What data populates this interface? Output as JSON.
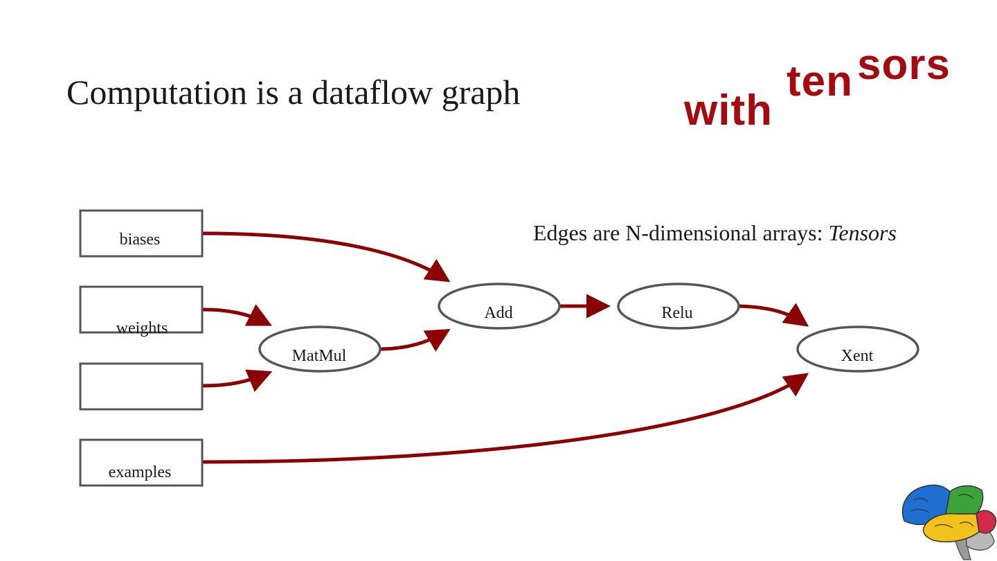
{
  "slide": {
    "title": "Computation is a dataflow graph",
    "subtitle_prefix": "Edges are N-dimensional arrays: ",
    "subtitle_emphasis": "Tensors"
  },
  "logo": {
    "words": [
      "with",
      "ten",
      "sors"
    ],
    "color": "#a40a10"
  },
  "diagram": {
    "edge_color": "#8b0000",
    "node_border_color": "#555555",
    "inputs": [
      {
        "id": "biases",
        "label": "biases"
      },
      {
        "id": "weights",
        "label": "weights"
      },
      {
        "id": "unlabeled_input",
        "label": ""
      },
      {
        "id": "examples",
        "label": "examples"
      }
    ],
    "ops": [
      {
        "id": "add",
        "label": "Add"
      },
      {
        "id": "relu",
        "label": "Relu"
      },
      {
        "id": "matmul",
        "label": "MatMul"
      },
      {
        "id": "xent",
        "label": "Xent"
      }
    ],
    "edges": [
      {
        "from": "biases",
        "to": "add"
      },
      {
        "from": "weights",
        "to": "matmul"
      },
      {
        "from": "unlabeled_input",
        "to": "matmul"
      },
      {
        "from": "matmul",
        "to": "add"
      },
      {
        "from": "add",
        "to": "relu"
      },
      {
        "from": "relu",
        "to": "xent"
      },
      {
        "from": "examples",
        "to": "xent"
      }
    ]
  },
  "decoration": {
    "brain_icon": "brain-icon"
  }
}
